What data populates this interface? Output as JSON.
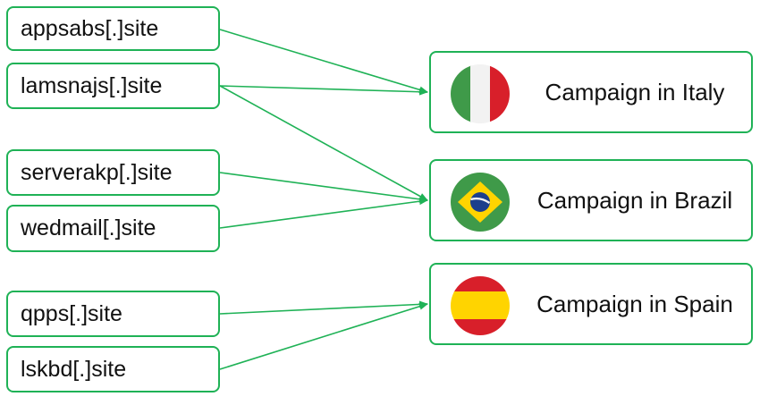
{
  "domains": [
    {
      "label": "appsabs[.]site"
    },
    {
      "label": "lamsnajs[.]site"
    },
    {
      "label": "serverakp[.]site"
    },
    {
      "label": "wedmail[.]site"
    },
    {
      "label": "qpps[.]site"
    },
    {
      "label": "lskbd[.]site"
    }
  ],
  "campaigns": [
    {
      "label": "Campaign in Italy"
    },
    {
      "label": "Campaign in Brazil"
    },
    {
      "label": "Campaign in Spain"
    }
  ],
  "colors": {
    "border": "#1fb256",
    "italy_green": "#3f9a49",
    "italy_white": "#f2f2f2",
    "italy_red": "#d81f2a",
    "brazil_green": "#3f9a49",
    "brazil_yellow": "#ffd400",
    "brazil_blue": "#1c3f8c",
    "spain_red": "#d81f2a",
    "spain_yellow": "#ffd400"
  }
}
